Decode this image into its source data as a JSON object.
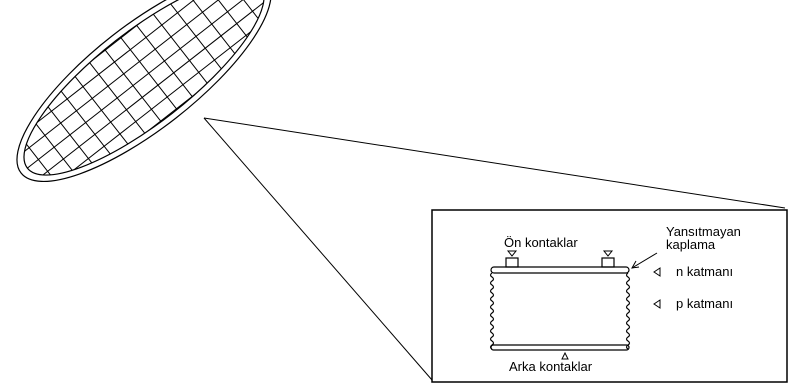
{
  "labels": {
    "front_contacts": "Ön kontaklar",
    "anti_reflective_l1": "Yansıtmayan",
    "anti_reflective_l2": "kaplama",
    "n_layer": "n katmanı",
    "p_layer": "p katmanı",
    "back_contacts": "Arka kontaklar"
  },
  "colors": {
    "stroke": "#000000",
    "background": "#ffffff"
  }
}
